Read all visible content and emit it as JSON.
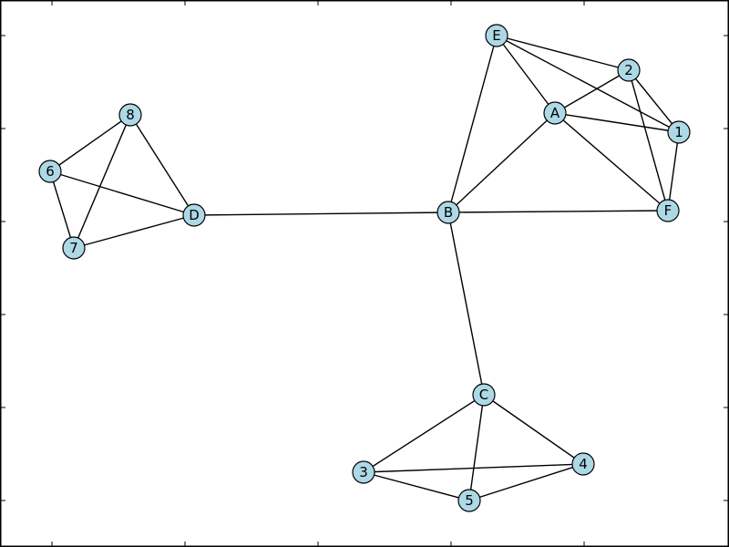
{
  "graph": {
    "node_fill": "#add8e6",
    "nodes": [
      {
        "id": "E",
        "label": "E"
      },
      {
        "id": "2",
        "label": "2"
      },
      {
        "id": "A",
        "label": "A"
      },
      {
        "id": "1",
        "label": "1"
      },
      {
        "id": "F",
        "label": "F"
      },
      {
        "id": "B",
        "label": "B"
      },
      {
        "id": "8",
        "label": "8"
      },
      {
        "id": "6",
        "label": "6"
      },
      {
        "id": "D",
        "label": "D"
      },
      {
        "id": "7",
        "label": "7"
      },
      {
        "id": "C",
        "label": "C"
      },
      {
        "id": "3",
        "label": "3"
      },
      {
        "id": "4",
        "label": "4"
      },
      {
        "id": "5",
        "label": "5"
      }
    ],
    "edges": [
      [
        "E",
        "2"
      ],
      [
        "E",
        "A"
      ],
      [
        "E",
        "1"
      ],
      [
        "E",
        "B"
      ],
      [
        "2",
        "A"
      ],
      [
        "2",
        "1"
      ],
      [
        "2",
        "F"
      ],
      [
        "A",
        "1"
      ],
      [
        "A",
        "F"
      ],
      [
        "A",
        "B"
      ],
      [
        "1",
        "F"
      ],
      [
        "B",
        "F"
      ],
      [
        "B",
        "D"
      ],
      [
        "B",
        "C"
      ],
      [
        "8",
        "6"
      ],
      [
        "8",
        "7"
      ],
      [
        "8",
        "D"
      ],
      [
        "6",
        "7"
      ],
      [
        "6",
        "D"
      ],
      [
        "7",
        "D"
      ],
      [
        "C",
        "3"
      ],
      [
        "C",
        "4"
      ],
      [
        "C",
        "5"
      ],
      [
        "3",
        "4"
      ],
      [
        "3",
        "5"
      ],
      [
        "4",
        "5"
      ]
    ]
  }
}
